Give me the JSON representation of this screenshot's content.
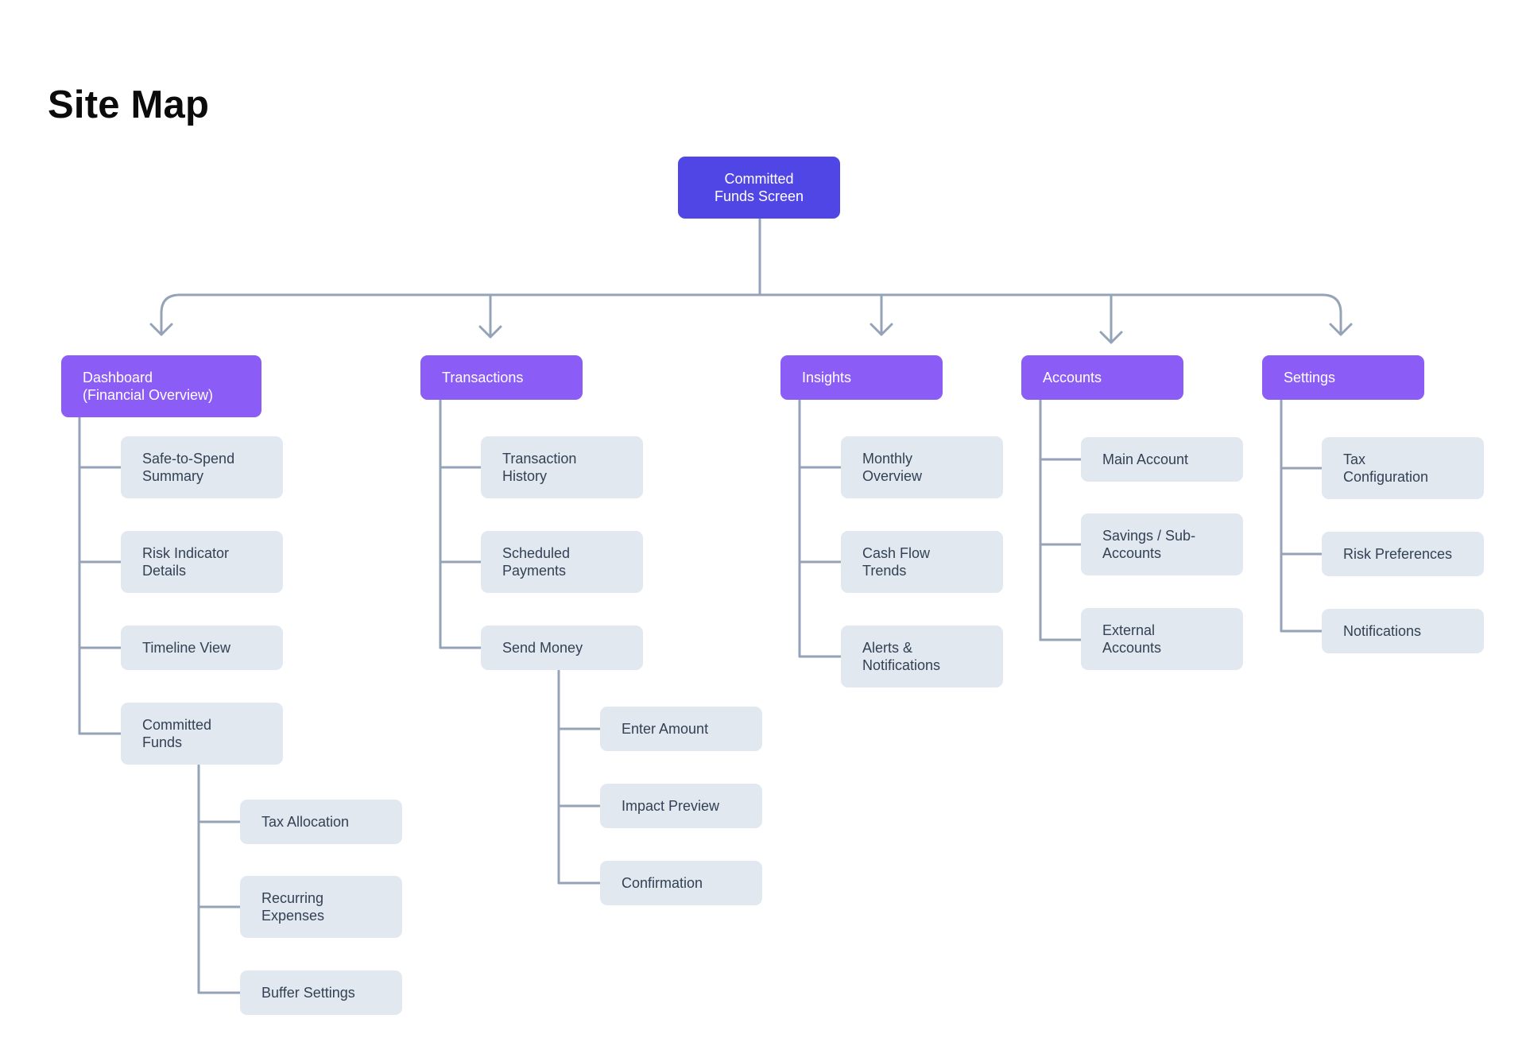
{
  "title": "Site Map",
  "colors": {
    "root": "#4f46e5",
    "section": "#8b5cf6",
    "leaf": "#e2e8f0",
    "connector": "#94a3b8",
    "leaf_text": "#334155"
  },
  "root": {
    "label": "Committed\nFunds Screen"
  },
  "sections": [
    {
      "label": "Dashboard\n(Financial Overview)",
      "children": [
        {
          "label": "Safe-to-Spend\nSummary"
        },
        {
          "label": "Risk Indicator\nDetails"
        },
        {
          "label": "Timeline View"
        },
        {
          "label": "Committed\nFunds",
          "children": [
            {
              "label": "Tax Allocation"
            },
            {
              "label": "Recurring\nExpenses"
            },
            {
              "label": "Buffer Settings"
            }
          ]
        }
      ]
    },
    {
      "label": "Transactions",
      "children": [
        {
          "label": "Transaction\nHistory"
        },
        {
          "label": "Scheduled\nPayments"
        },
        {
          "label": "Send Money",
          "children": [
            {
              "label": "Enter Amount"
            },
            {
              "label": "Impact Preview"
            },
            {
              "label": "Confirmation"
            }
          ]
        }
      ]
    },
    {
      "label": "Insights",
      "children": [
        {
          "label": "Monthly\nOverview"
        },
        {
          "label": "Cash Flow\nTrends"
        },
        {
          "label": "Alerts &\nNotifications"
        }
      ]
    },
    {
      "label": "Accounts",
      "children": [
        {
          "label": "Main Account"
        },
        {
          "label": "Savings / Sub-\nAccounts"
        },
        {
          "label": "External\nAccounts"
        }
      ]
    },
    {
      "label": "Settings",
      "children": [
        {
          "label": "Tax\nConfiguration"
        },
        {
          "label": "Risk Preferences"
        },
        {
          "label": "Notifications"
        }
      ]
    }
  ]
}
